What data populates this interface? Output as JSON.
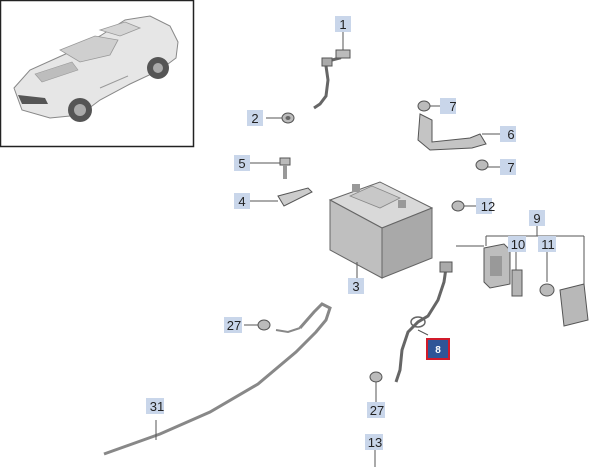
{
  "callouts": {
    "c1": "1",
    "c2": "2",
    "c3": "3",
    "c4": "4",
    "c5": "5",
    "c6": "6",
    "c7a": "7",
    "c7b": "7",
    "c8": "8",
    "c9": "9",
    "c10": "10",
    "c11": "11",
    "c12": "12",
    "c13": "13",
    "c27a": "27",
    "c27b": "27",
    "c31": "31"
  },
  "selected_callout": "8",
  "colors": {
    "callout_bg": "#c9d6ea",
    "selected_bg": "#2f5597",
    "selected_border": "#d11a2a"
  }
}
